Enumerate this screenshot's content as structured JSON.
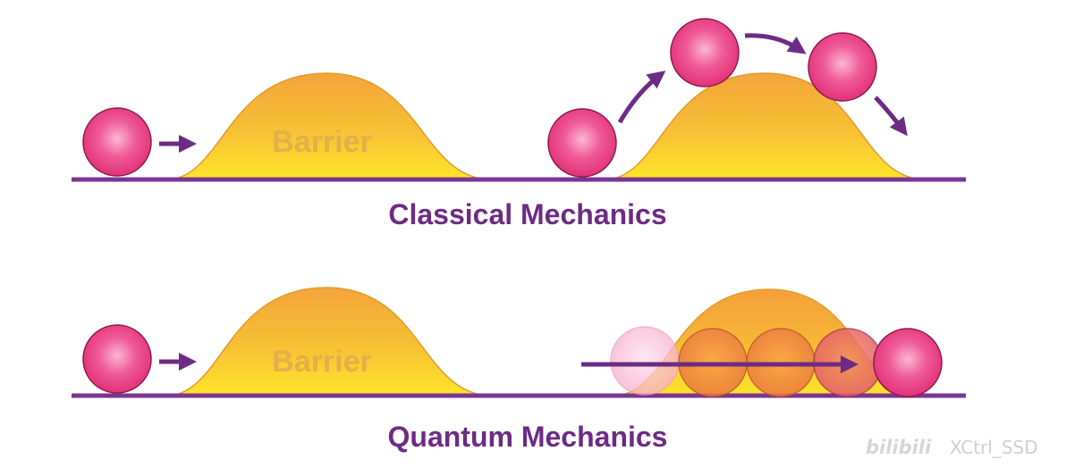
{
  "colors": {
    "ground": "#7b3593",
    "arrow": "#6d2b85",
    "barrier_top": "#f2a83a",
    "barrier_bottom": "#ffe22a",
    "barrier_edge": "#e39a2c",
    "ball_light": "#fbb0cf",
    "ball_main": "#e8307a",
    "ball_edge": "#8a1c4a",
    "title": "#6d2b85"
  },
  "classical": {
    "barrier_label": "Barrier",
    "title": "Classical Mechanics"
  },
  "quantum": {
    "barrier_label": "Barrier",
    "title": "Quantum Mechanics"
  },
  "watermark": {
    "logo": "bilibili",
    "user": "XCtrl_SSD"
  }
}
